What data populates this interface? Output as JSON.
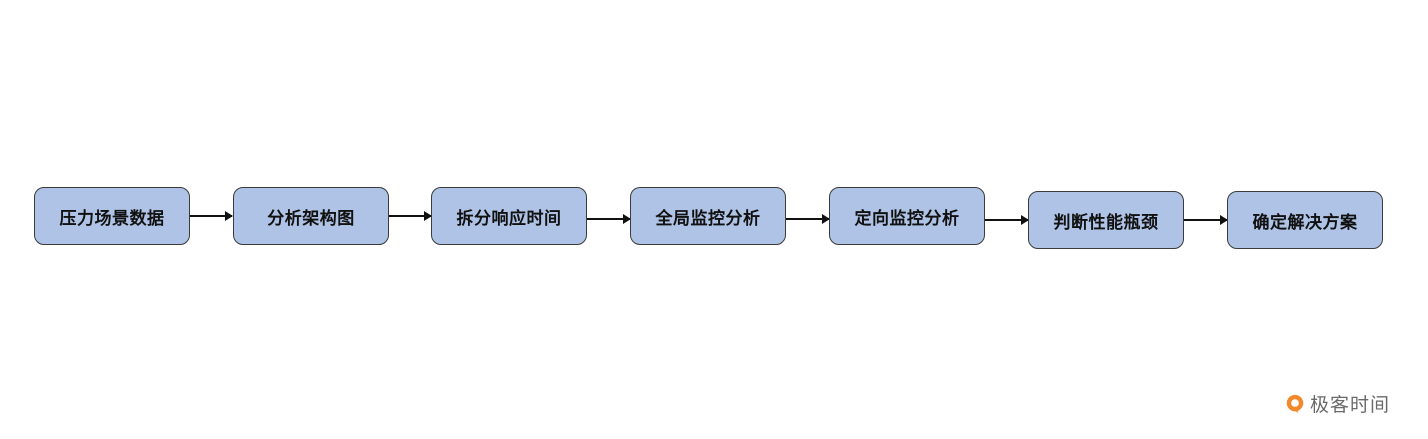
{
  "flow": {
    "steps": [
      "压力场景数据",
      "分析架构图",
      "拆分响应时间",
      "全局监控分析",
      "定向监控分析",
      "判断性能瓶颈",
      "确定解决方案"
    ]
  },
  "logo": {
    "text": "极客时间",
    "color": "#f08a2c"
  },
  "colors": {
    "box_fill": "#aec3e5",
    "box_border": "#3b3b3b",
    "arrow": "#111111"
  }
}
